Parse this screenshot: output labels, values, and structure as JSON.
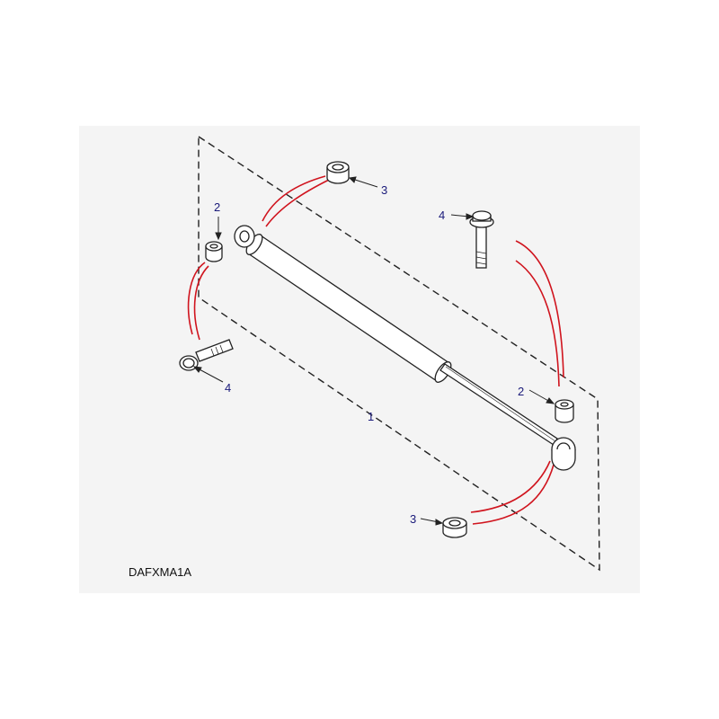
{
  "diagram": {
    "code": "DAFXMA1A",
    "callouts": {
      "part1": "1",
      "part2_top": "2",
      "part2_right": "2",
      "part3_top": "3",
      "part3_bottom": "3",
      "part4_right": "4",
      "part4_left": "4"
    },
    "colors": {
      "background_panel": "#f4f4f4",
      "line": "#222222",
      "leader_red": "#d0141e",
      "callout_text": "#1a1a7a"
    }
  }
}
